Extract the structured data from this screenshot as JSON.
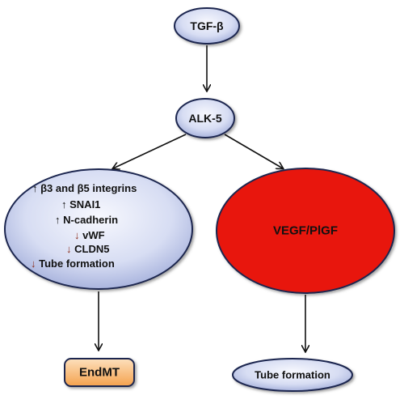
{
  "nodes": {
    "tgf": {
      "label": "TGF-β"
    },
    "alk": {
      "label": "ALK-5"
    },
    "left_effects": {
      "items": [
        {
          "arrow": "↑",
          "direction": "up",
          "text": "β3 and β5 integrins"
        },
        {
          "arrow": "↑",
          "direction": "up",
          "text": "SNAI1"
        },
        {
          "arrow": "↑",
          "direction": "up",
          "text": "N-cadherin"
        },
        {
          "arrow": "↓",
          "direction": "down",
          "text": "vWF"
        },
        {
          "arrow": "↓",
          "direction": "down",
          "text": "CLDN5"
        },
        {
          "arrow": "↓",
          "direction": "down",
          "text": "Tube formation"
        }
      ]
    },
    "vegf": {
      "label": "VEGF/PlGF"
    },
    "endmt": {
      "label": "EndMT"
    },
    "tube": {
      "label": "Tube formation"
    }
  },
  "colors": {
    "ellipse_fill_light": "#eef1fb",
    "ellipse_fill_dark": "#a9b4e0",
    "ellipse_stroke": "#1a2550",
    "vegf_fill": "#e8160c",
    "endmt_fill": "#f7b46a",
    "up_arrow": "#111111",
    "down_arrow": "#8b2d1b"
  }
}
